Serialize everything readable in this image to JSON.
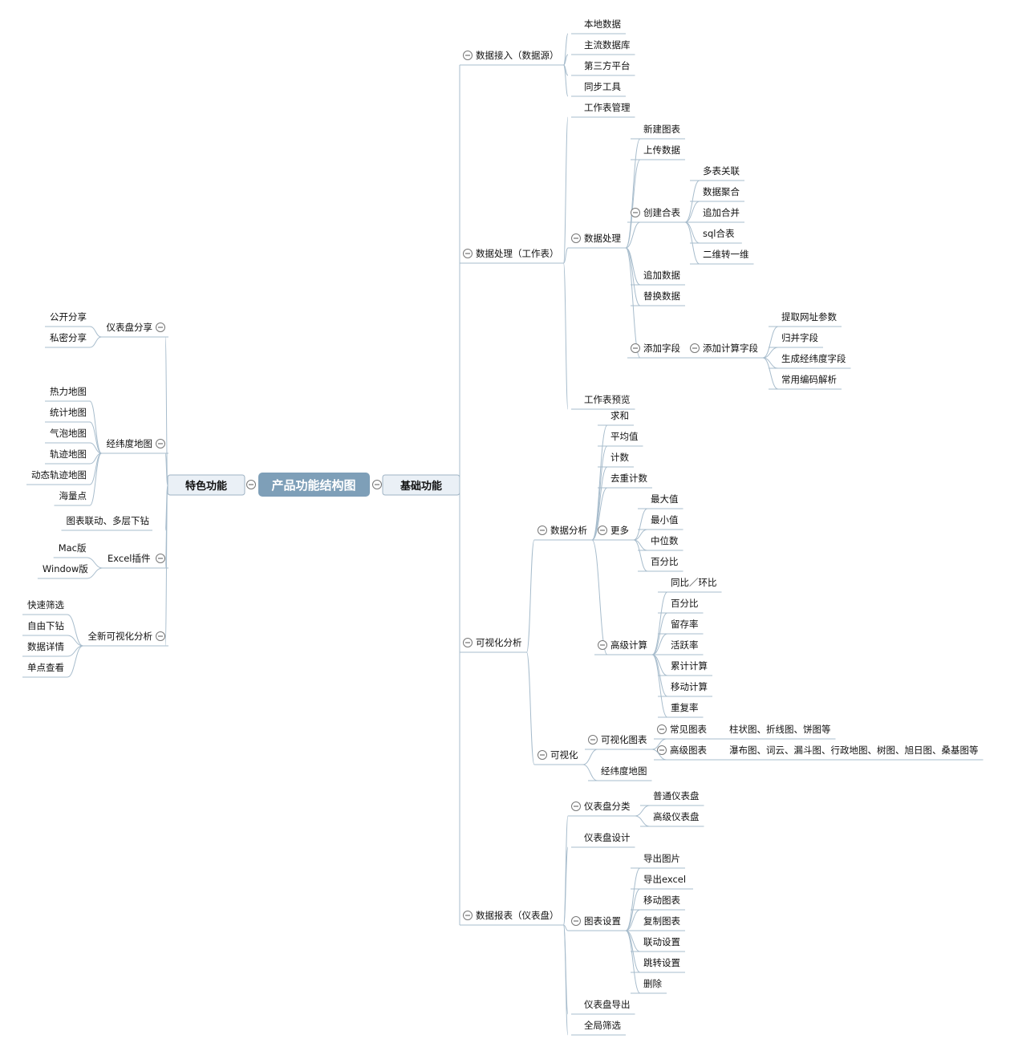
{
  "root": {
    "label": "产品功能结构图",
    "bg": "#7e9fb8"
  },
  "colors": {
    "line": "#a7bccc",
    "main_fill": "#eaf0f6",
    "main_stroke": "#9fb3c4"
  },
  "left_branch": {
    "label": "特色功能"
  },
  "right_branch": {
    "label": "基础功能"
  },
  "left": [
    {
      "label": "仪表盘分享",
      "children": [
        "公开分享",
        "私密分享"
      ]
    },
    {
      "label": "经纬度地图",
      "children": [
        "热力地图",
        "统计地图",
        "气泡地图",
        "轨迹地图",
        "动态轨迹地图",
        "海量点"
      ]
    },
    {
      "label": "图表联动、多层下钻"
    },
    {
      "label": "Excel插件",
      "children": [
        "Mac版",
        "Window版"
      ]
    },
    {
      "label": "全新可视化分析",
      "children": [
        "快速筛选",
        "自由下钻",
        "数据详情",
        "单点查看"
      ]
    }
  ],
  "right": [
    {
      "label": "数据接入（数据源）",
      "children": [
        "本地数据",
        "主流数据库",
        "第三方平台",
        "同步工具"
      ]
    },
    {
      "label": "数据处理（工作表）",
      "children": [
        "工作表管理",
        {
          "label": "数据处理",
          "children": [
            "新建图表",
            "上传数据",
            {
              "label": "创建合表",
              "children": [
                "多表关联",
                "数据聚合",
                "追加合并",
                "sql合表",
                "二维转一维"
              ]
            },
            "追加数据",
            "替换数据",
            {
              "label": "添加字段",
              "children": [
                {
                  "label": "添加计算字段",
                  "children": [
                    "提取网址参数",
                    "归并字段",
                    "生成经纬度字段",
                    "常用编码解析"
                  ]
                }
              ]
            }
          ]
        },
        "工作表预览"
      ]
    },
    {
      "label": "可视化分析",
      "children": [
        {
          "label": "数据分析",
          "children": [
            "求和",
            "平均值",
            "计数",
            "去重计数",
            {
              "label": "更多",
              "children": [
                "最大值",
                "最小值",
                "中位数",
                "百分比"
              ]
            },
            {
              "label": "高级计算",
              "children": [
                "同比／环比",
                "百分比",
                "留存率",
                "活跃率",
                "累计计算",
                "移动计算",
                "重复率"
              ]
            }
          ]
        },
        {
          "label": "可视化",
          "children": [
            {
              "label": "可视化图表",
              "children": [
                {
                  "label": "常见图表",
                  "children": [
                    "柱状图、折线图、饼图等"
                  ]
                },
                {
                  "label": "高级图表",
                  "children": [
                    "瀑布图、词云、漏斗图、行政地图、树图、旭日图、桑基图等"
                  ]
                }
              ]
            },
            "经纬度地图"
          ]
        }
      ]
    },
    {
      "label": "数据报表（仪表盘）",
      "children": [
        {
          "label": "仪表盘分类",
          "children": [
            "普通仪表盘",
            "高级仪表盘"
          ]
        },
        "仪表盘设计",
        {
          "label": "图表设置",
          "children": [
            "导出图片",
            "导出excel",
            "移动图表",
            "复制图表",
            "联动设置",
            "跳转设置",
            "删除"
          ]
        },
        "仪表盘导出",
        "全局筛选"
      ]
    }
  ]
}
